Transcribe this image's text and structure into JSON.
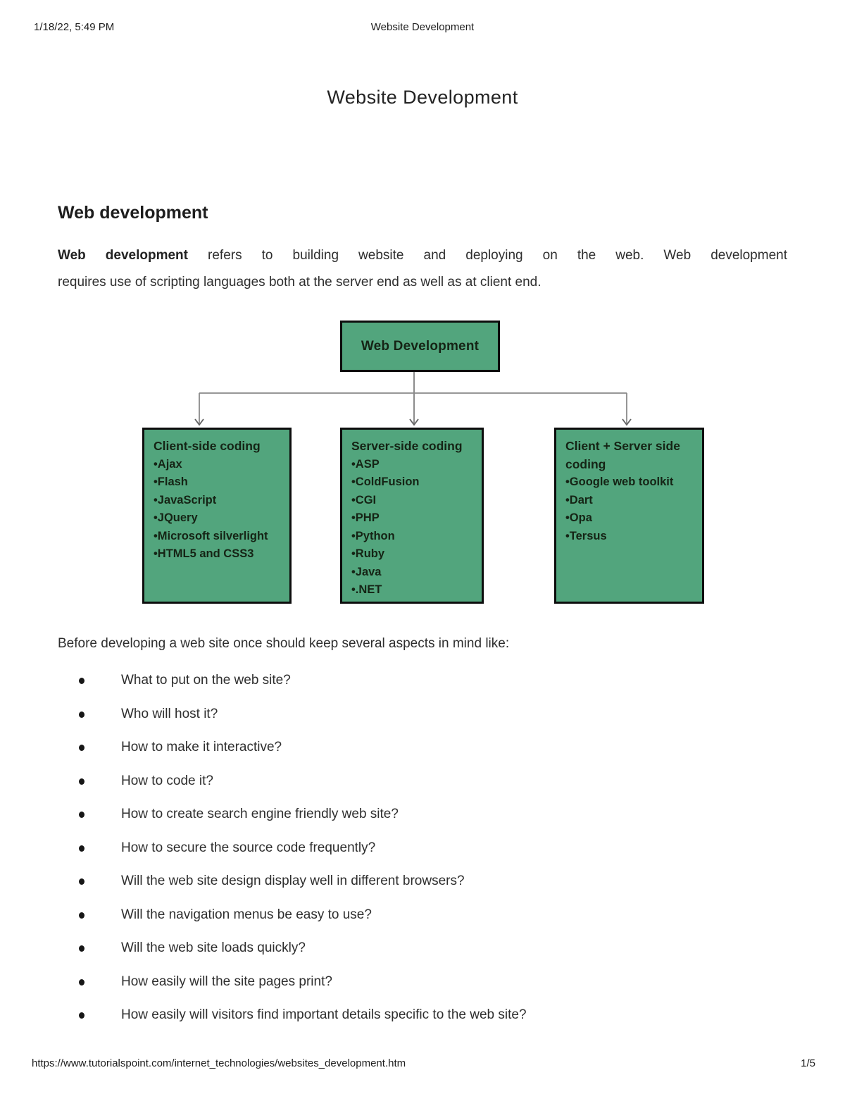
{
  "header": {
    "datetime": "1/18/22, 5:49 PM",
    "doc_title": "Website Development"
  },
  "article": {
    "title": "Website Development",
    "section_heading": "Web development",
    "intro": {
      "bold_lead": "Web development",
      "line1_rest": " refers to building website and deploying on the web. Web development",
      "line2": "requires use of scripting languages both at the server end as well as at client end."
    },
    "aspects_intro": "Before developing a web site once should keep several aspects in mind like:",
    "aspects": [
      "What to put on the web site?",
      "Who will host it?",
      "How to make it interactive?",
      "How to code it?",
      "How to create search engine friendly web site?",
      "How to secure the source code frequently?",
      "Will the web site design display well in different browsers?",
      "Will the navigation menus be easy to use?",
      "Will the web site loads quickly?",
      "How easily will the site pages print?",
      "How easily will visitors find important details specific to the web site?"
    ]
  },
  "diagram": {
    "root_label": "Web Development",
    "boxes": [
      {
        "title": "Client-side coding",
        "items": [
          "•Ajax",
          "•Flash",
          "•JavaScript",
          "•JQuery",
          "•Microsoft silverlight",
          "•HTML5 and CSS3"
        ]
      },
      {
        "title": "Server-side coding",
        "items": [
          "•ASP",
          "•ColdFusion",
          "•CGI",
          "•PHP",
          "•Python",
          "•Ruby",
          "•Java",
          "•.NET"
        ]
      },
      {
        "title": "Client + Server side coding",
        "items": [
          "•Google web toolkit",
          "•Dart",
          "•Opa",
          "•Tersus"
        ]
      }
    ],
    "colors": {
      "box_fill": "#52a57d",
      "box_border": "#0d0d0d",
      "connector": "#7d7d7d"
    }
  },
  "footer": {
    "url": "https://www.tutorialspoint.com/internet_technologies/websites_development.htm",
    "page_indicator": "1/5"
  }
}
